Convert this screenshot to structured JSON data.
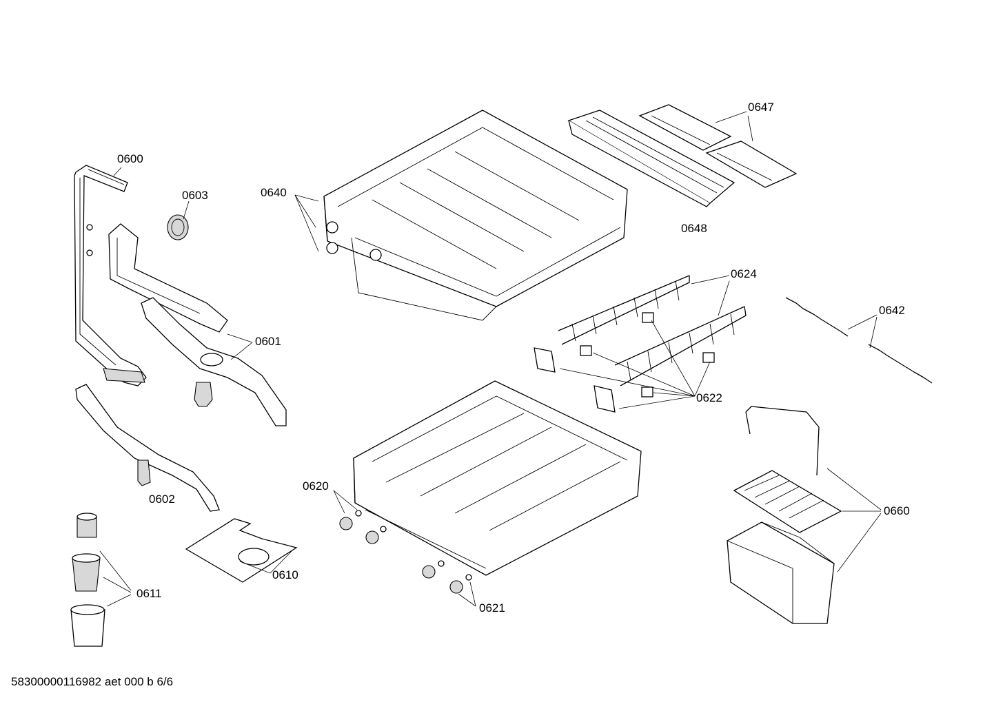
{
  "labels": {
    "p0600": "0600",
    "p0601": "0601",
    "p0602": "0602",
    "p0603": "0603",
    "p0610": "0610",
    "p0611": "0611",
    "p0620": "0620",
    "p0621": "0621",
    "p0622": "0622",
    "p0624": "0624",
    "p0640": "0640",
    "p0642": "0642",
    "p0647": "0647",
    "p0648": "0648",
    "p0660": "0660"
  },
  "footer": "58300000116982 aet 000 b 6/6"
}
